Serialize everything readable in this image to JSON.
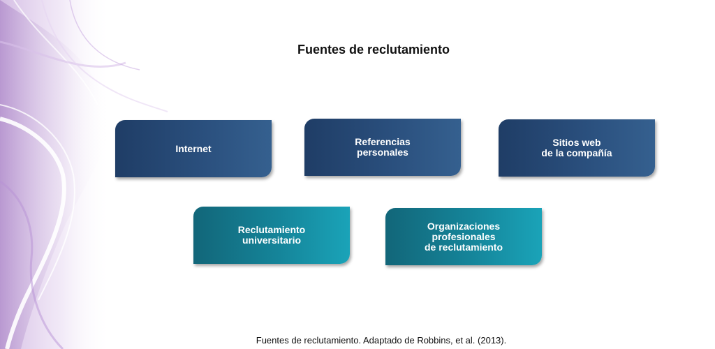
{
  "title": "Fuentes de reclutamiento",
  "boxes": [
    {
      "label": "Internet",
      "style": "dark"
    },
    {
      "label": "Referencias\npersonales",
      "style": "dark"
    },
    {
      "label": "Sitios web\nde la compañía",
      "style": "dark"
    },
    {
      "label": "Reclutamiento\nuniversitario",
      "style": "teal"
    },
    {
      "label": "Organizaciones\nprofesionales\nde reclutamiento",
      "style": "teal"
    }
  ],
  "caption": "Fuentes de reclutamiento. Adaptado de Robbins, et al. (2013).",
  "colors": {
    "dark_box": "#2a4f7d",
    "teal_box": "#15859a",
    "decor_purple": "#b48cd0"
  }
}
